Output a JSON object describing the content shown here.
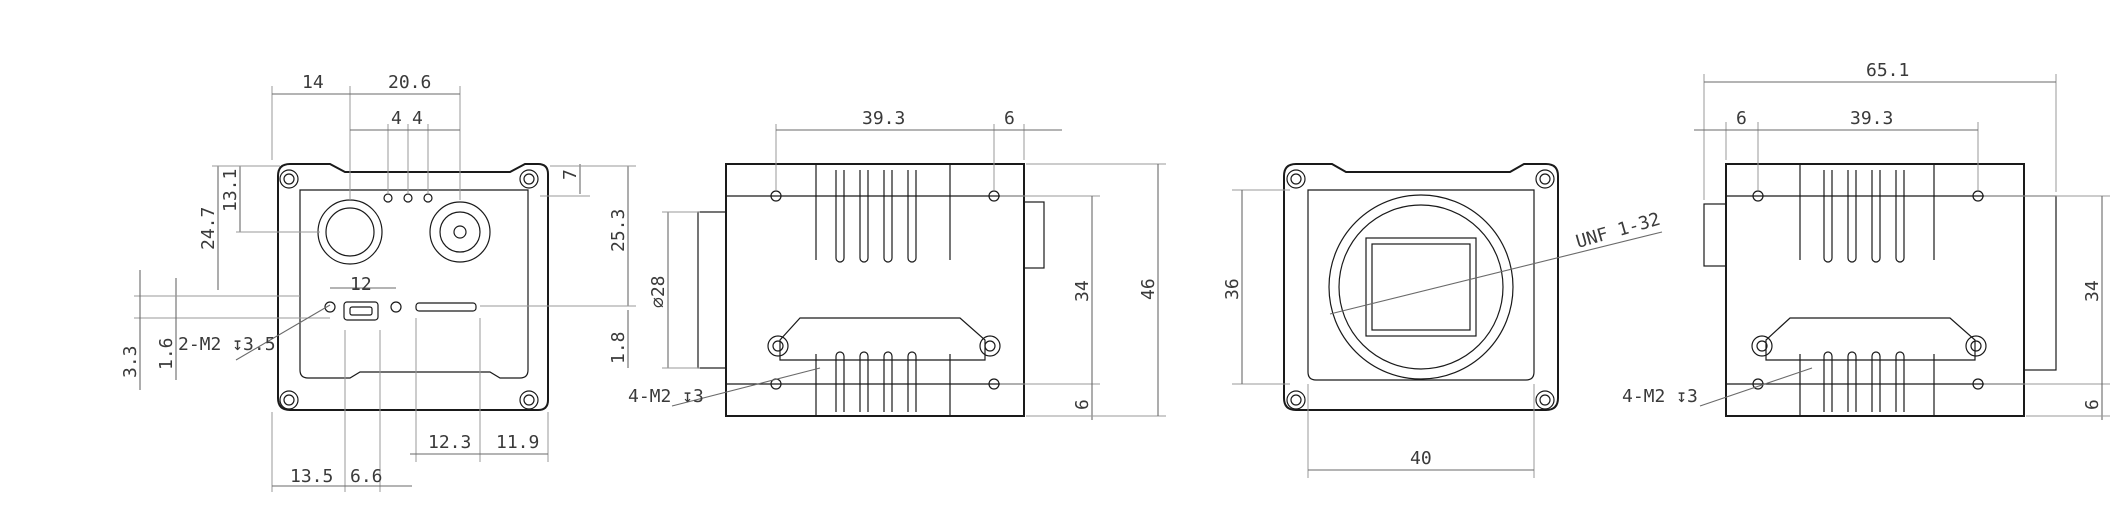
{
  "colors": {
    "line": "#1a1a1a",
    "dimension": "#6a6a6a",
    "text": "#3a3a3a",
    "background": "#ffffff"
  },
  "front_view": {
    "dims": {
      "d14": "14",
      "d20_6": "20.6",
      "d4a": "4",
      "d4b": "4",
      "d7": "7",
      "d13_1": "13.1",
      "d24_7": "24.7",
      "d25_3": "25.3",
      "d12": "12",
      "d1_8": "1.8",
      "d3_3": "3.3",
      "d1_6": "1.6",
      "d12_3": "12.3",
      "d11_9": "11.9",
      "d13_5": "13.5",
      "d6_6": "6.6"
    },
    "note": "2-M2 ↧3.5"
  },
  "side_view_left": {
    "dims": {
      "d39_3": "39.3",
      "d6_top": "6",
      "d28": "⌀28",
      "d34": "34",
      "d46": "46",
      "d6_bottom": "6"
    },
    "note": "4-M2 ↧3"
  },
  "front_view_lens": {
    "dims": {
      "d36": "36",
      "d40": "40"
    },
    "note": "UNF 1-32"
  },
  "side_view_right": {
    "dims": {
      "d65_1": "65.1",
      "d6_top": "6",
      "d39_3": "39.3",
      "d34": "34",
      "d6_bottom": "6"
    },
    "note": "4-M2 ↧3"
  }
}
